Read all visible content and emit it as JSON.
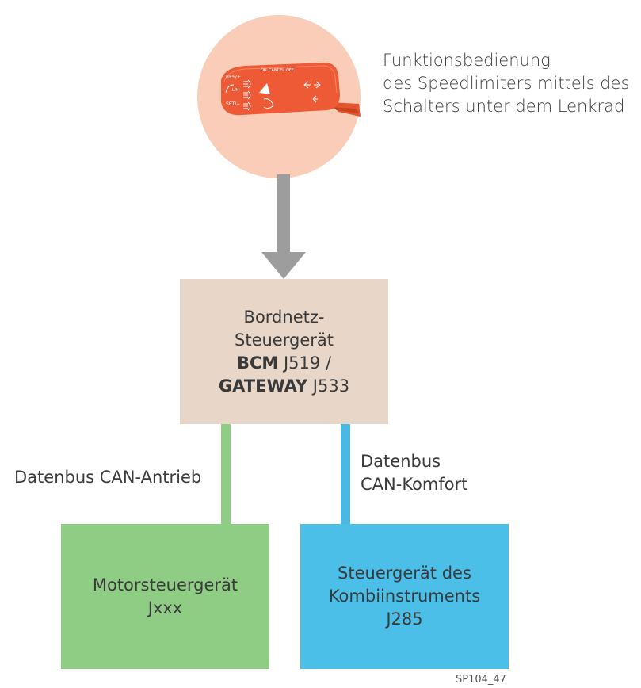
{
  "caption": {
    "line1": "Funktionsbedienung",
    "line2": "des Speedlimiters mittels des",
    "line3": "Schalters unter dem Lenkrad"
  },
  "stalk": {
    "labels": [
      "RES/+",
      "ON",
      "CANCEL",
      "OFF",
      "SET/−",
      "LIM"
    ],
    "color": "#e8573a"
  },
  "bcm": {
    "line1": "Bordnetz-",
    "line2": "Steuergerät",
    "bcm_bold": "BCM",
    "bcm_code": " J519 /",
    "gw_bold": "GATEWAY",
    "gw_code": " J533",
    "color": "#e8d6c8"
  },
  "buses": {
    "drive_label": "Datenbus CAN-Antrieb",
    "drive_color": "#8fcc84",
    "comfort_line1": "Datenbus",
    "comfort_line2": "CAN-Komfort",
    "comfort_color": "#4cb7e2"
  },
  "motor": {
    "line1": "Motorsteuergerät",
    "line2": "Jxxx"
  },
  "kombi": {
    "line1": "Steuergerät des",
    "line2": "Kombiinstruments",
    "line3": "J285"
  },
  "image_code": "SP104_47"
}
